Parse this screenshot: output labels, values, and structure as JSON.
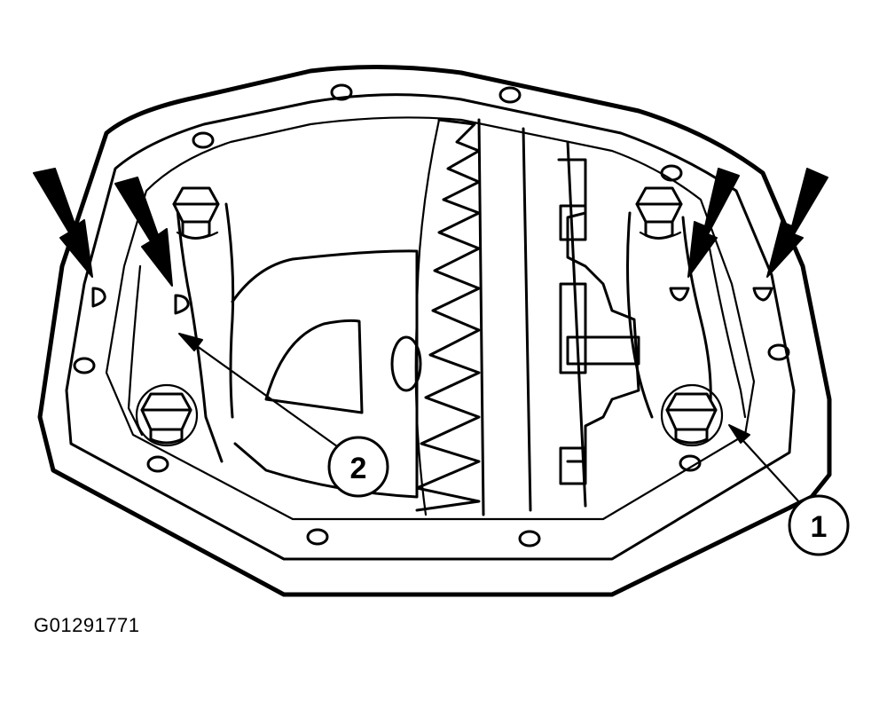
{
  "callouts": [
    {
      "number": "1"
    },
    {
      "number": "2"
    }
  ],
  "figure_id": "G01291771",
  "icons": [
    "pointer-arrow-icon",
    "bolt-icon",
    "alignment-mark-icon"
  ]
}
